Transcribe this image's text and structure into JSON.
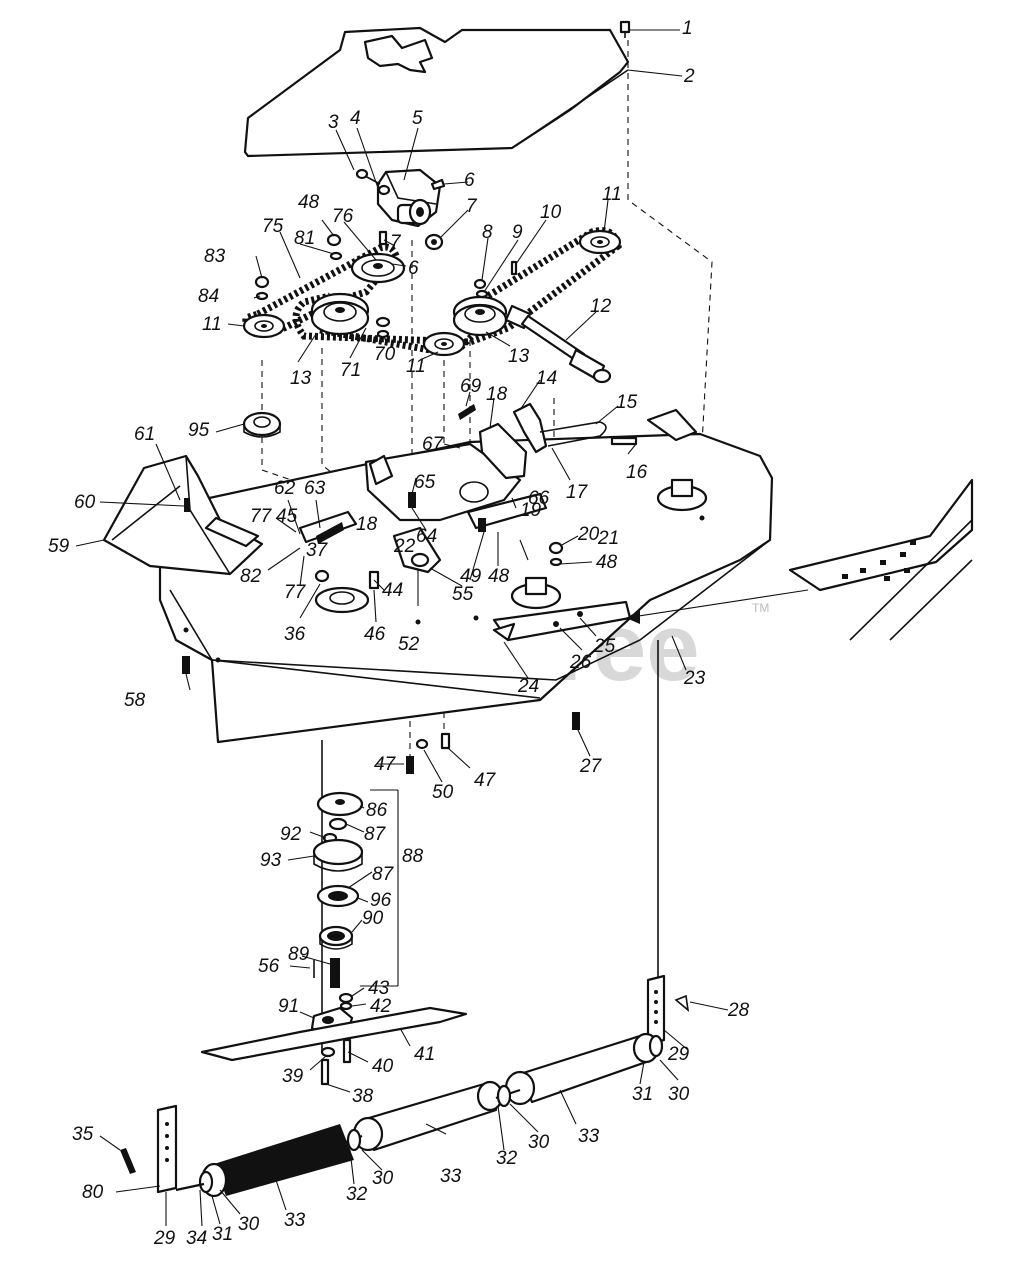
{
  "watermark": {
    "text": "PartsTree",
    "trademark": "TM"
  },
  "callouts": [
    {
      "id": "c1",
      "label": "1"
    },
    {
      "id": "c2",
      "label": "2"
    },
    {
      "id": "c3",
      "label": "3"
    },
    {
      "id": "c4",
      "label": "4"
    },
    {
      "id": "c5",
      "label": "5"
    },
    {
      "id": "c6a",
      "label": "6"
    },
    {
      "id": "c6b",
      "label": "6"
    },
    {
      "id": "c7a",
      "label": "7"
    },
    {
      "id": "c7b",
      "label": "7"
    },
    {
      "id": "c8",
      "label": "8"
    },
    {
      "id": "c9",
      "label": "9"
    },
    {
      "id": "c10",
      "label": "10"
    },
    {
      "id": "c11a",
      "label": "11"
    },
    {
      "id": "c11b",
      "label": "11"
    },
    {
      "id": "c11c",
      "label": "11"
    },
    {
      "id": "c12",
      "label": "12"
    },
    {
      "id": "c13a",
      "label": "13"
    },
    {
      "id": "c13b",
      "label": "13"
    },
    {
      "id": "c14",
      "label": "14"
    },
    {
      "id": "c15",
      "label": "15"
    },
    {
      "id": "c16",
      "label": "16"
    },
    {
      "id": "c17",
      "label": "17"
    },
    {
      "id": "c18a",
      "label": "18"
    },
    {
      "id": "c18b",
      "label": "18"
    },
    {
      "id": "c19",
      "label": "19"
    },
    {
      "id": "c20",
      "label": "20"
    },
    {
      "id": "c21",
      "label": "21"
    },
    {
      "id": "c22",
      "label": "22"
    },
    {
      "id": "c23",
      "label": "23"
    },
    {
      "id": "c24",
      "label": "24"
    },
    {
      "id": "c25",
      "label": "25"
    },
    {
      "id": "c26",
      "label": "26"
    },
    {
      "id": "c27",
      "label": "27"
    },
    {
      "id": "c28",
      "label": "28"
    },
    {
      "id": "c29a",
      "label": "29"
    },
    {
      "id": "c29b",
      "label": "29"
    },
    {
      "id": "c30a",
      "label": "30"
    },
    {
      "id": "c30b",
      "label": "30"
    },
    {
      "id": "c30c",
      "label": "30"
    },
    {
      "id": "c30d",
      "label": "30"
    },
    {
      "id": "c31a",
      "label": "31"
    },
    {
      "id": "c31b",
      "label": "31"
    },
    {
      "id": "c32a",
      "label": "32"
    },
    {
      "id": "c32b",
      "label": "32"
    },
    {
      "id": "c33a",
      "label": "33"
    },
    {
      "id": "c33b",
      "label": "33"
    },
    {
      "id": "c33c",
      "label": "33"
    },
    {
      "id": "c34",
      "label": "34"
    },
    {
      "id": "c35",
      "label": "35"
    },
    {
      "id": "c36",
      "label": "36"
    },
    {
      "id": "c37",
      "label": "37"
    },
    {
      "id": "c38",
      "label": "38"
    },
    {
      "id": "c39",
      "label": "39"
    },
    {
      "id": "c40",
      "label": "40"
    },
    {
      "id": "c41",
      "label": "41"
    },
    {
      "id": "c42",
      "label": "42"
    },
    {
      "id": "c43",
      "label": "43"
    },
    {
      "id": "c44",
      "label": "44"
    },
    {
      "id": "c45",
      "label": "45"
    },
    {
      "id": "c46",
      "label": "46"
    },
    {
      "id": "c47a",
      "label": "47"
    },
    {
      "id": "c47b",
      "label": "47"
    },
    {
      "id": "c48a",
      "label": "48"
    },
    {
      "id": "c48b",
      "label": "48"
    },
    {
      "id": "c48c",
      "label": "48"
    },
    {
      "id": "c49",
      "label": "49"
    },
    {
      "id": "c50",
      "label": "50"
    },
    {
      "id": "c52",
      "label": "52"
    },
    {
      "id": "c55",
      "label": "55"
    },
    {
      "id": "c56",
      "label": "56"
    },
    {
      "id": "c58",
      "label": "58"
    },
    {
      "id": "c59",
      "label": "59"
    },
    {
      "id": "c60",
      "label": "60"
    },
    {
      "id": "c61",
      "label": "61"
    },
    {
      "id": "c62",
      "label": "62"
    },
    {
      "id": "c63",
      "label": "63"
    },
    {
      "id": "c64",
      "label": "64"
    },
    {
      "id": "c65",
      "label": "65"
    },
    {
      "id": "c66",
      "label": "66"
    },
    {
      "id": "c67",
      "label": "67"
    },
    {
      "id": "c69",
      "label": "69"
    },
    {
      "id": "c70",
      "label": "70"
    },
    {
      "id": "c71",
      "label": "71"
    },
    {
      "id": "c75",
      "label": "75"
    },
    {
      "id": "c76",
      "label": "76"
    },
    {
      "id": "c77a",
      "label": "77"
    },
    {
      "id": "c77b",
      "label": "77"
    },
    {
      "id": "c80",
      "label": "80"
    },
    {
      "id": "c81",
      "label": "81"
    },
    {
      "id": "c82",
      "label": "82"
    },
    {
      "id": "c83",
      "label": "83"
    },
    {
      "id": "c84",
      "label": "84"
    },
    {
      "id": "c86",
      "label": "86"
    },
    {
      "id": "c87a",
      "label": "87"
    },
    {
      "id": "c87b",
      "label": "87"
    },
    {
      "id": "c88",
      "label": "88"
    },
    {
      "id": "c89",
      "label": "89"
    },
    {
      "id": "c90",
      "label": "90"
    },
    {
      "id": "c91",
      "label": "91"
    },
    {
      "id": "c92",
      "label": "92"
    },
    {
      "id": "c93",
      "label": "93"
    },
    {
      "id": "c95",
      "label": "95"
    },
    {
      "id": "c96",
      "label": "96"
    }
  ]
}
